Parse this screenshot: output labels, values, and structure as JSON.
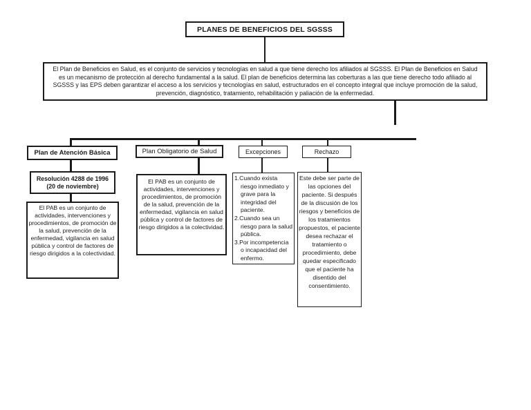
{
  "title": "PLANES DE BENEFICIOS DEL SGSSS",
  "intro": "El Plan de Beneficios en Salud, es el conjunto de servicios y tecnologías en salud a que tiene derecho los afiliados al SGSSS. El Plan de Beneficios en Salud es un mecanismo de protección al derecho fundamental a la salud.  El plan de beneficios determina las coberturas a las que tiene derecho todo afiliado al SGSSS y las EPS deben garantizar el acceso a los servicios y tecnologías en salud, estructurados en el concepto integral que incluye promoción de la salud, prevención, diagnóstico, tratamiento, rehabilitación y paliación de la enfermedad.",
  "branches": {
    "pab": {
      "header": "Plan de Atención Básica",
      "resolution_line1": "Resolución 4288 de 1996",
      "resolution_line2": "(20 de noviembre)",
      "body": "El PAB es un conjunto de actividades, intervenciones y procedimientos, de promoción de la salud, prevención de la enfermedad, vigilancia en salud pública y control de factores de riesgo dirigidos a la colectividad."
    },
    "pos": {
      "header": "Plan Obligatorio de Salud",
      "body": "El PAB es un conjunto de actividades, intervenciones y procedimientos, de promoción de la salud, prevención de la enfermedad, vigilancia en salud pública y control de factores de riesgo dirigidos a la colectividad."
    },
    "excepciones": {
      "header": "Excepciones",
      "items": [
        "1.Cuando exista riesgo inmediato y grave para la integridad del paciente.",
        "2.Cuando sea un riesgo para la salud pública.",
        "3.Por incompetencia o incapacidad del enfermo."
      ]
    },
    "rechazo": {
      "header": "Rechazo",
      "body": "Este debe ser parte de las opciones del paciente. Si después de la discusión de los riesgos y beneficios de los tratamientos propuestos, el paciente desea rechazar el tratamiento o procedimiento, debe quedar especificado que el paciente ha disentido del consentimiento."
    }
  },
  "colors": {
    "background": "#ffffff",
    "box_border": "#1b1b1b",
    "text": "#1b1b1b",
    "connector": "#1b1b1b"
  }
}
